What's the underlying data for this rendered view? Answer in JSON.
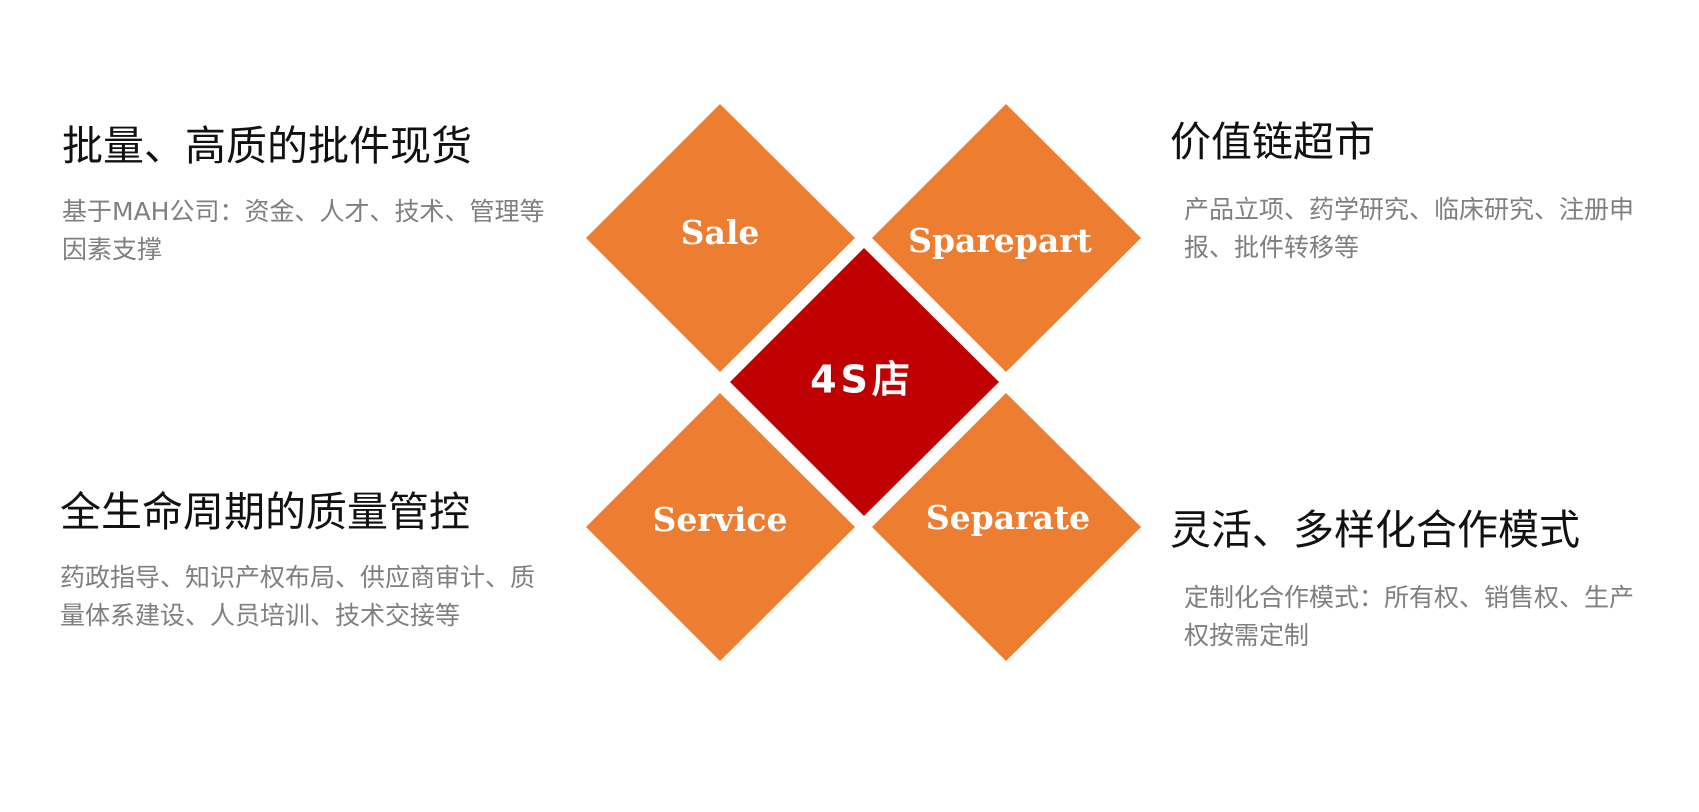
{
  "colors": {
    "petal": "#ED7D31",
    "center": "#C00000",
    "title_text": "#111111",
    "desc_text": "#7F7F7F",
    "label_text": "#FFFFFF"
  },
  "center": {
    "label": "4S店"
  },
  "petals": {
    "top_left": "Sale",
    "top_right": "Sparepart",
    "bottom_left": "Service",
    "bottom_right": "Separate"
  },
  "blocks": {
    "top_left": {
      "title": "批量、高质的批件现货",
      "desc": "基于MAH公司：资金、人才、技术、管理等因素支撑"
    },
    "bottom_left": {
      "title": "全生命周期的质量管控",
      "desc": "药政指导、知识产权布局、供应商审计、质量体系建设、人员培训、技术交接等"
    },
    "top_right": {
      "title": "价值链超市",
      "desc": "产品立项、药学研究、临床研究、注册申报、批件转移等"
    },
    "bottom_right": {
      "title": "灵活、多样化合作模式",
      "desc": "定制化合作模式：所有权、销售权、生产权按需定制"
    }
  }
}
